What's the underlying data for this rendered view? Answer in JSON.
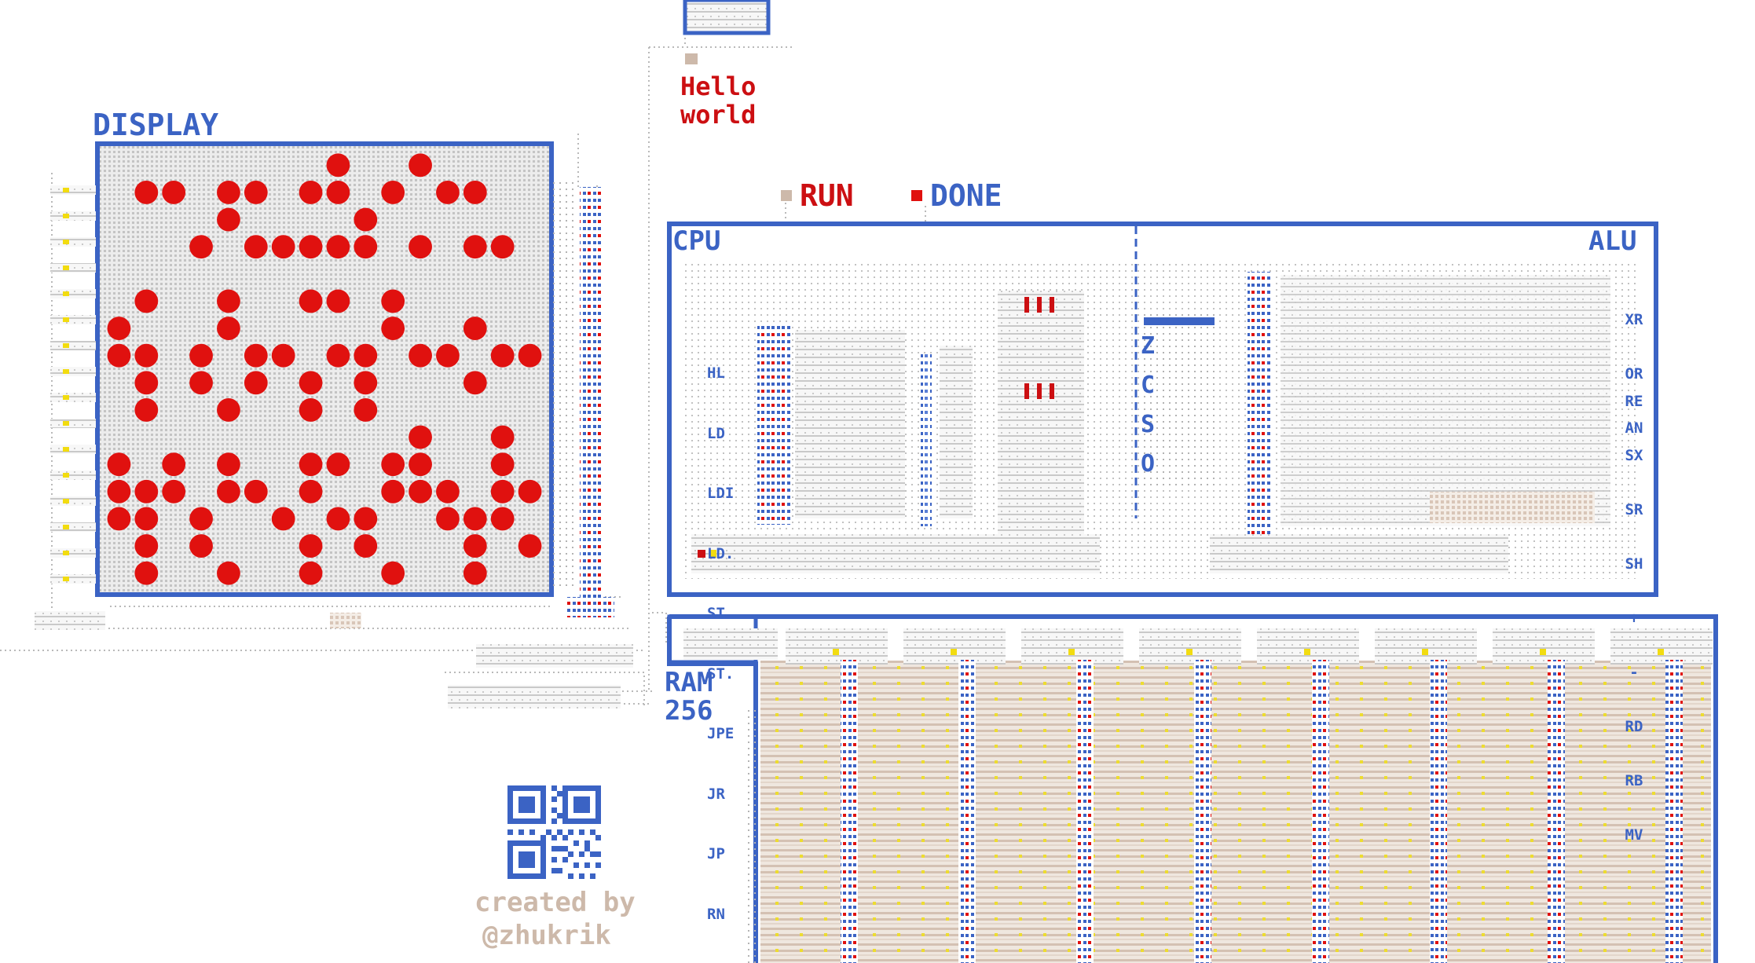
{
  "colors": {
    "background": "#ffffff",
    "frame": "#3b63c4",
    "wire": "#b9b9b9",
    "tan": "#cdb9aa",
    "led_on": "#e0110f",
    "accent_yellow": "#f2dc10",
    "accent_red": "#cc0f12"
  },
  "labels": {
    "display": "DISPLAY",
    "cpu": "CPU",
    "alu": "ALU",
    "ram": "RAM",
    "ram_size": "256",
    "run": "RUN",
    "done": "DONE",
    "message_line1": "Hello",
    "message_line2": "world",
    "credit_line1": "created by",
    "credit_line2": "@zhukrik"
  },
  "flags": [
    "Z",
    "C",
    "S",
    "O"
  ],
  "cpu_instructions": [
    "HL",
    "LD",
    "LDI",
    "LD.",
    "ST",
    "ST.",
    "JPE",
    "JR",
    "JP",
    "RN"
  ],
  "alu_ops": [
    "XR",
    "OR",
    "AN",
    "RE",
    "SX",
    "SR",
    "SH",
    "+",
    "-",
    "RD",
    "RB",
    "MV"
  ],
  "status": {
    "run_lit": false,
    "done_lit": true
  },
  "display": {
    "rows": 16,
    "cols": 16,
    "lit_pixels": [
      "0000000010010000",
      "0110110110101100",
      "0000100001000000",
      "0001011111010110",
      "0000000000000000",
      "0100100110100000",
      "1000100000100100",
      "1101011011011011",
      "0101010101000100",
      "0100100101000000",
      "0000000000010010",
      "1010100110110010",
      "1110110100111011",
      "1101001011001110",
      "0101000101000101",
      "0100100100100100"
    ]
  }
}
